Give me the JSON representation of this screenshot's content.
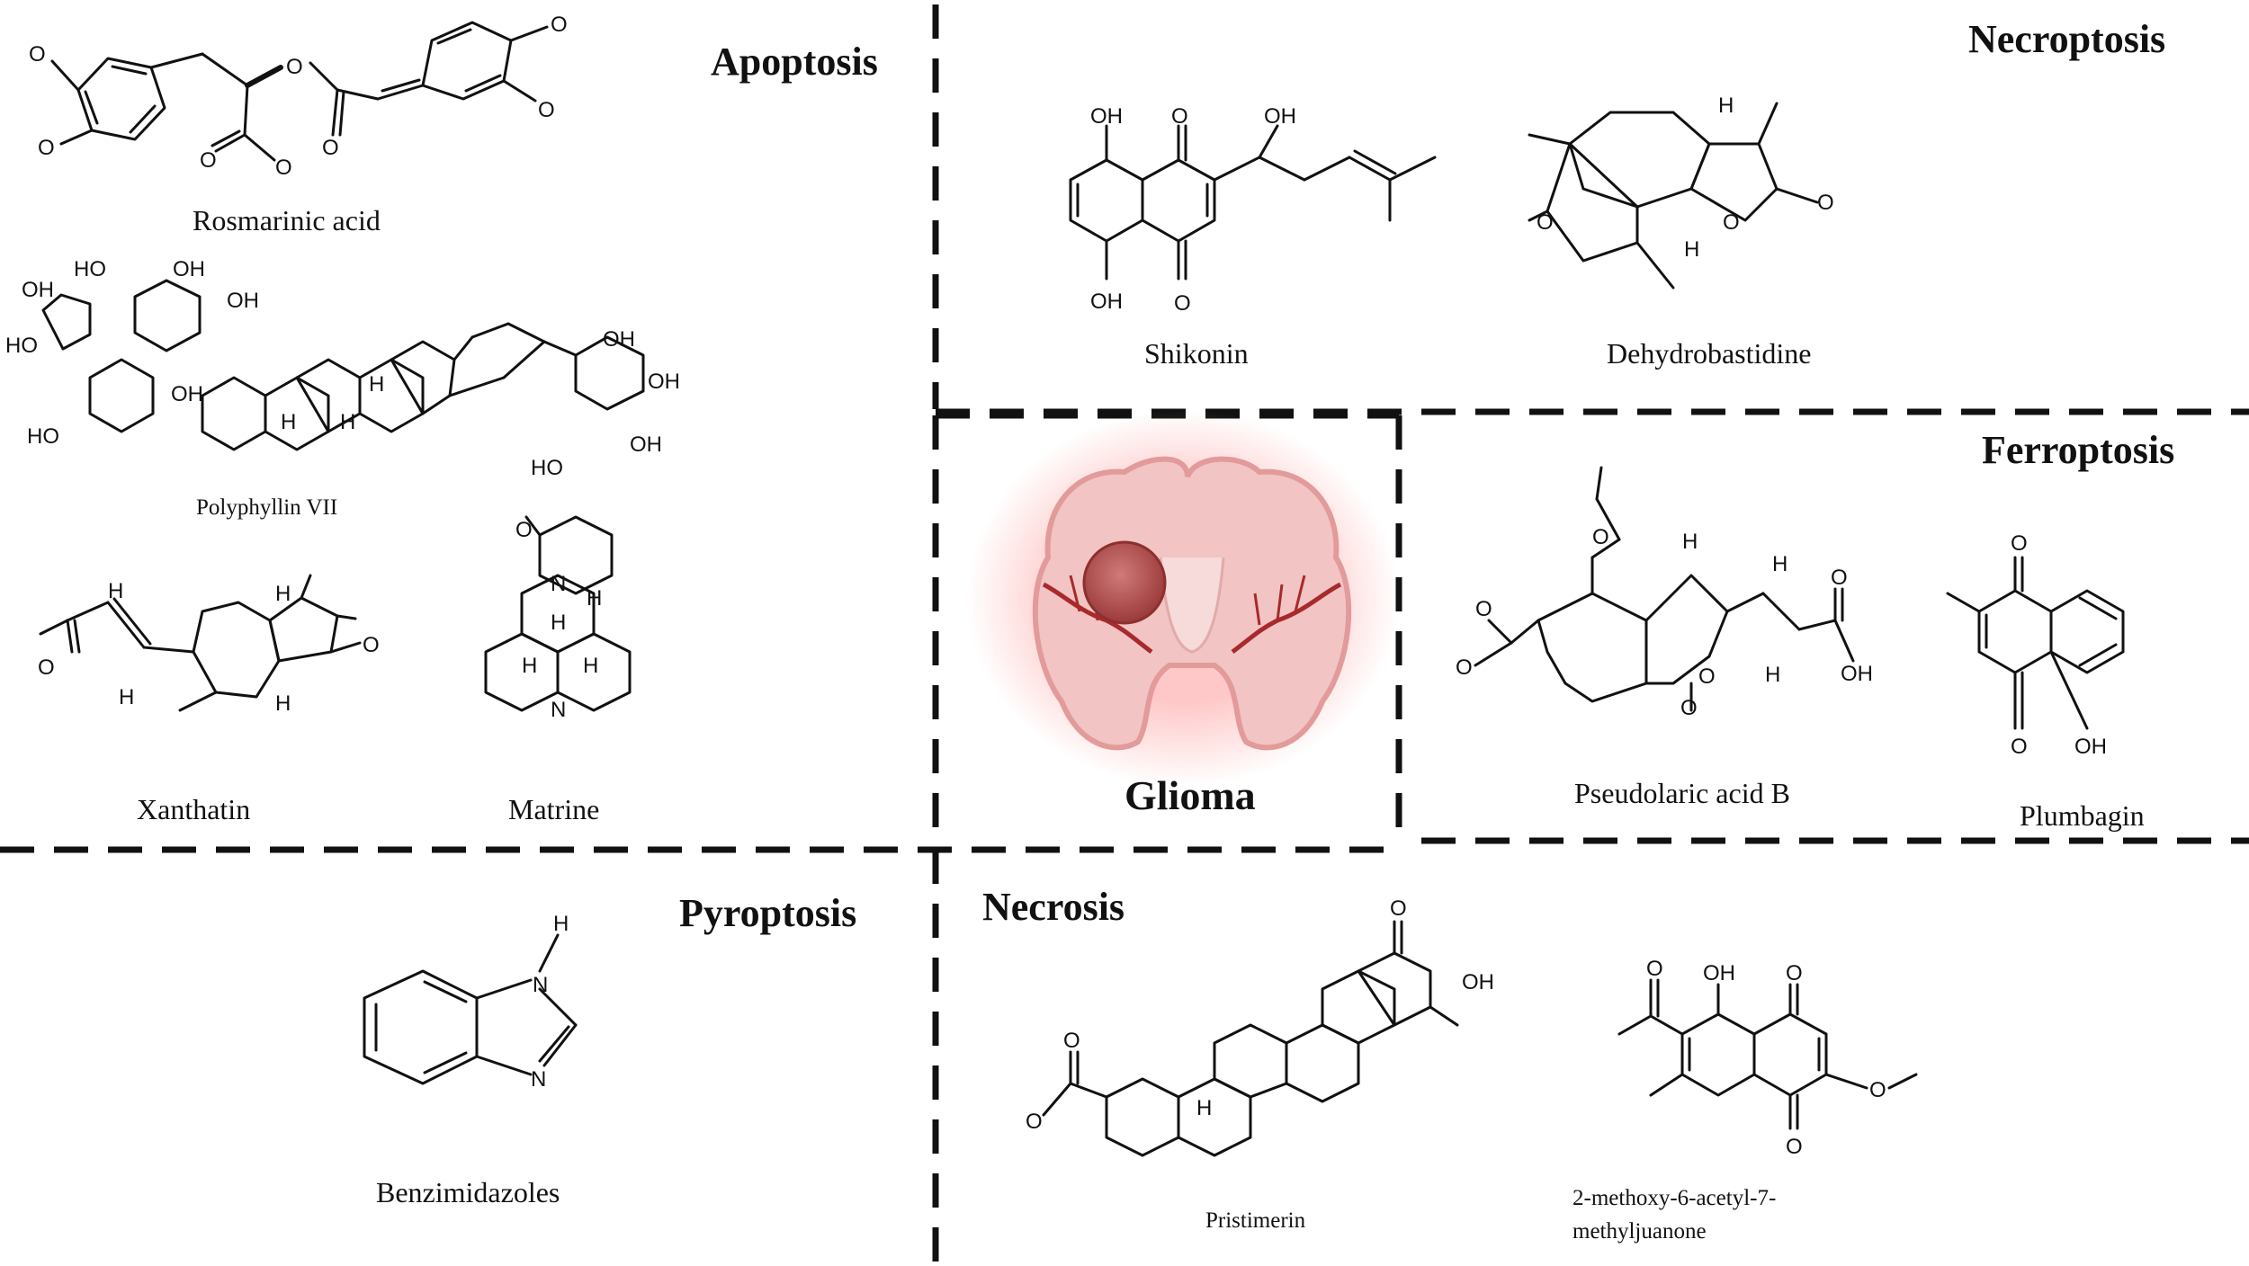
{
  "sections": {
    "apoptosis": "Apoptosis",
    "necroptosis": "Necroptosis",
    "ferroptosis": "Ferroptosis",
    "pyroptosis": "Pyroptosis",
    "necrosis": "Necrosis"
  },
  "center_label": "Glioma",
  "compounds": {
    "rosmarinic_acid": "Rosmarinic acid",
    "polyphyllin": "Polyphyllin VII",
    "xanthatin": "Xanthatin",
    "matrine": "Matrine",
    "shikonin": "Shikonin",
    "dehydrobastidine": "Dehydrobastidine",
    "pseudolaric": "Pseudolaric acid B",
    "plumbagin": "Plumbagin",
    "benzimidazoles": "Benzimidazoles",
    "pristimerin": "Pristimerin",
    "methoxy_line1": "2-methoxy-6-acetyl-7-",
    "methoxy_line2": "methyljuanone"
  },
  "atoms": {
    "o": "O",
    "oh": "OH",
    "ho": "HO",
    "h": "H",
    "n": "N"
  },
  "colors": {
    "brain": "#f2c4c4",
    "brain_outline": "#e29a9a",
    "vessel": "#a82a2a",
    "tumor": "#b44a4a",
    "glow": "#ff9a9a"
  }
}
